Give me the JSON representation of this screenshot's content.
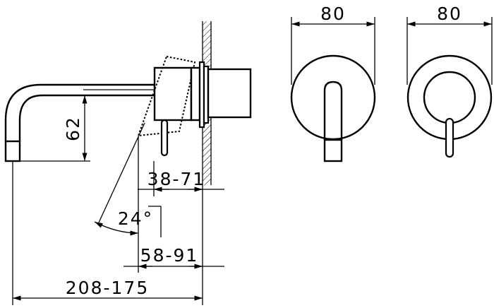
{
  "dimensions": {
    "side_width_left": "80",
    "side_width_right": "80",
    "outlet_drop": "62",
    "angle": "24°",
    "wall_range_a": "38-71",
    "wall_range_b": "58-91",
    "spout_projection": "208-175"
  }
}
